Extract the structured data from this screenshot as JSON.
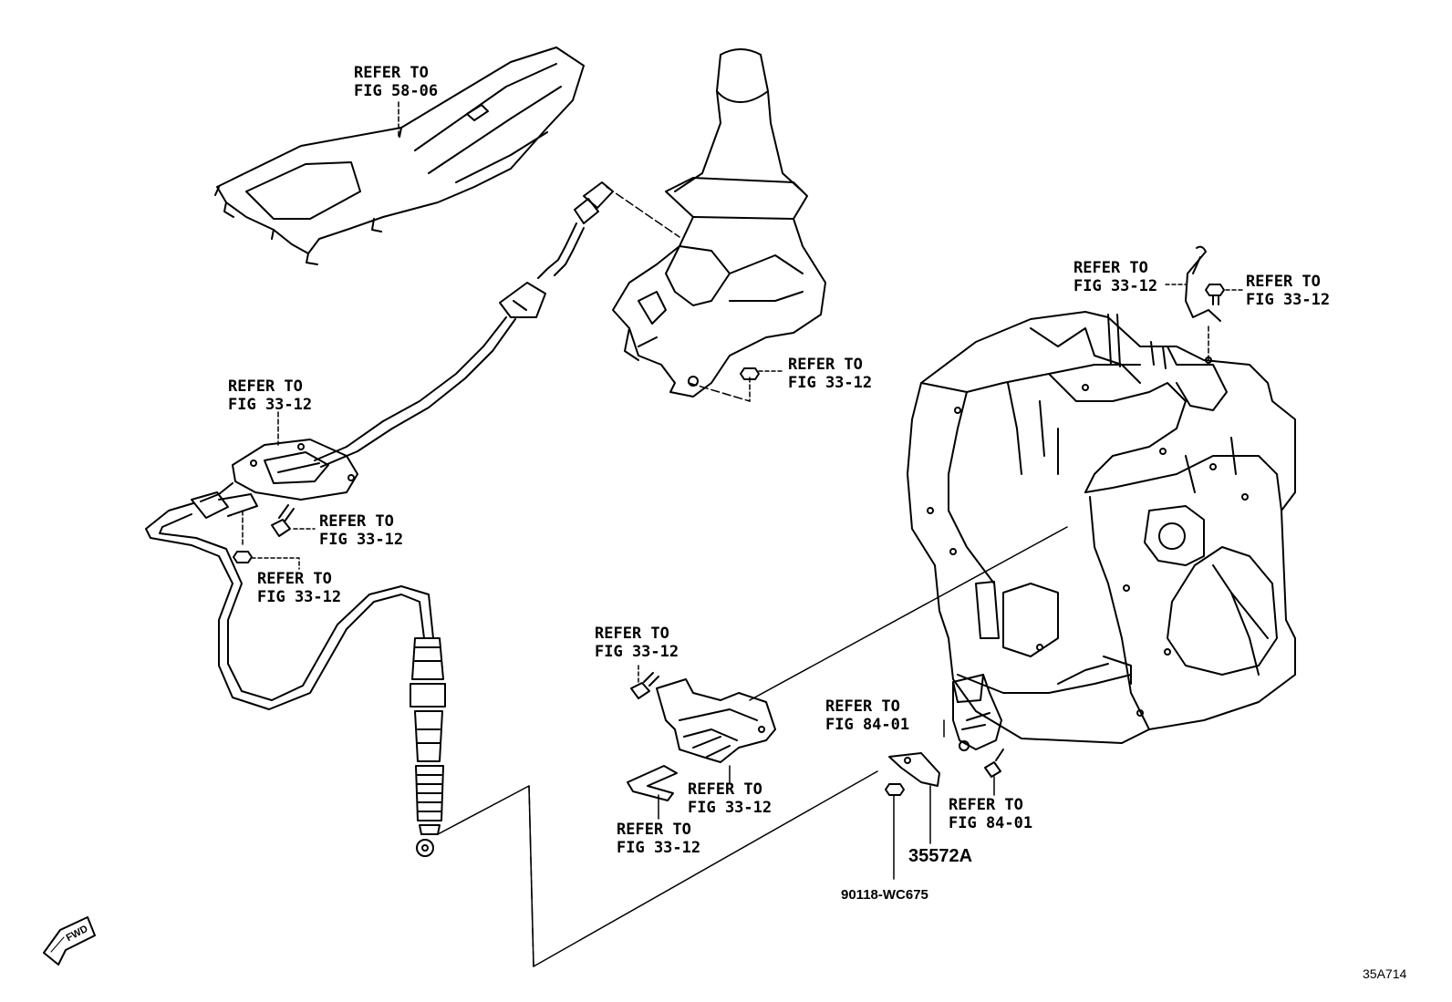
{
  "callouts": {
    "console_panel": {
      "line1": "REFER TO",
      "line2": "FIG 58-06"
    },
    "cable_grommet": {
      "line1": "REFER TO",
      "line2": "FIG 33-12"
    },
    "grommet_bolt": {
      "line1": "REFER TO",
      "line2": "FIG 33-12"
    },
    "clamp_nut": {
      "line1": "REFER TO",
      "line2": "FIG 33-12"
    },
    "shifter_nut": {
      "line1": "REFER TO",
      "line2": "FIG 33-12"
    },
    "trans_clip": {
      "line1": "REFER TO",
      "line2": "FIG 33-12"
    },
    "trans_bolt": {
      "line1": "REFER TO",
      "line2": "FIG 33-12"
    },
    "bracket_bolt": {
      "line1": "REFER TO",
      "line2": "FIG 33-12"
    },
    "bracket": {
      "line1": "REFER TO",
      "line2": "FIG 33-12"
    },
    "u_clip": {
      "line1": "REFER TO",
      "line2": "FIG 33-12"
    },
    "switch": {
      "line1": "REFER TO",
      "line2": "FIG 84-01"
    },
    "switch_bolt": {
      "line1": "REFER TO",
      "line2": "FIG 84-01"
    }
  },
  "parts": {
    "lever": "35572A",
    "nut": "90118-WC675"
  },
  "fwd_label": "FWD",
  "figure_id": "35A714",
  "colors": {
    "line": "#000000",
    "background": "#ffffff"
  }
}
